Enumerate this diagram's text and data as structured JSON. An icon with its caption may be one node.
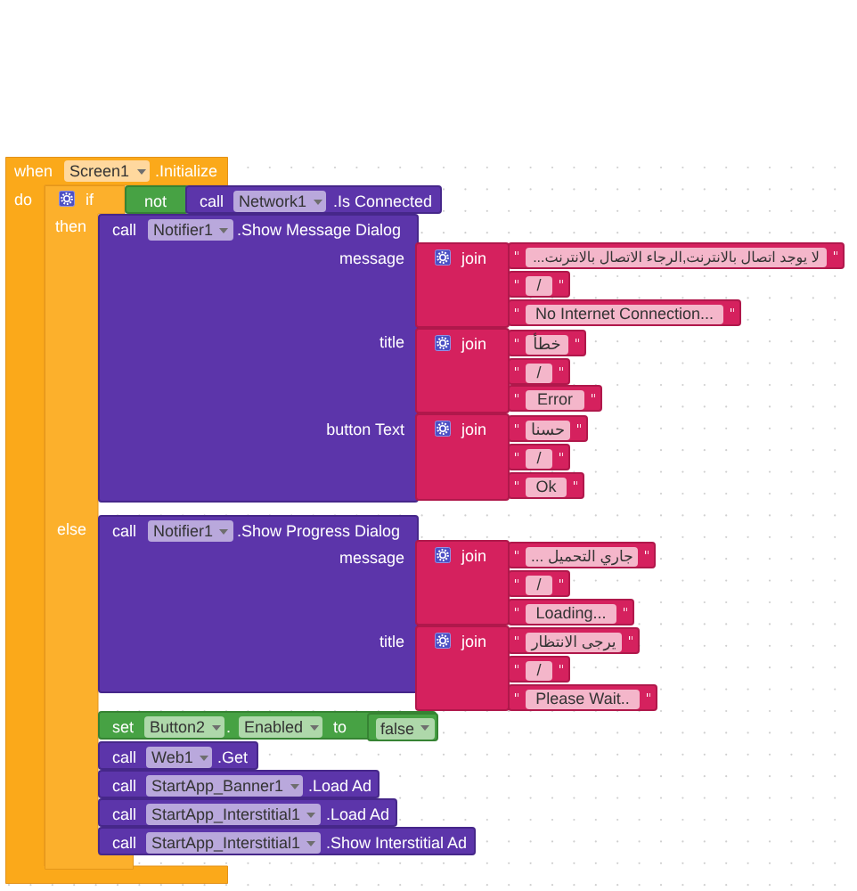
{
  "diagram": {
    "nodes": [
      {
        "text": [
          "when",
          ".Initialize",
          "do"
        ]
      },
      {
        "text": [
          "Screen1"
        ],
        "in": 0
      },
      {
        "text": [
          "if",
          "then",
          "else"
        ],
        "in": 0
      },
      {
        "text": [
          "not"
        ]
      },
      {
        "text": [
          "call",
          ".Is Connected"
        ]
      },
      {
        "text": [
          "Network1"
        ],
        "in": 4
      },
      {
        "text": [
          "call",
          ".Show Message Dialog",
          "message",
          "title",
          "button Text"
        ]
      },
      {
        "text": [
          "Notifier1"
        ],
        "in": 6
      },
      {
        "text": [
          "join"
        ]
      },
      {
        "text": [
          "لا يوجد اتصال بالانترنت,الرجاء الاتصال بالانترنت..."
        ]
      },
      {
        "text": [
          "/"
        ]
      },
      {
        "text": [
          "No Internet Connection..."
        ]
      },
      {
        "text": [
          "join"
        ]
      },
      {
        "text": [
          "خطأ"
        ]
      },
      {
        "text": [
          "/"
        ]
      },
      {
        "text": [
          "Error"
        ]
      },
      {
        "text": [
          "join"
        ]
      },
      {
        "text": [
          "حسنا"
        ]
      },
      {
        "text": [
          "/"
        ]
      },
      {
        "text": [
          "Ok"
        ]
      },
      {
        "text": [
          "call",
          ".Show Progress Dialog",
          "message",
          "title"
        ]
      },
      {
        "text": [
          "Notifier1"
        ],
        "in": 20
      },
      {
        "text": [
          "join"
        ]
      },
      {
        "text": [
          "جاري التحميل ..."
        ]
      },
      {
        "text": [
          "/"
        ]
      },
      {
        "text": [
          "Loading..."
        ]
      },
      {
        "text": [
          "join"
        ]
      },
      {
        "text": [
          "يرجى الانتظار"
        ]
      },
      {
        "text": [
          "/"
        ]
      },
      {
        "text": [
          "Please Wait.."
        ]
      },
      {
        "text": [
          "set",
          ".",
          "to"
        ]
      },
      {
        "text": [
          "Button2"
        ],
        "in": 30
      },
      {
        "text": [
          "Enabled"
        ],
        "in": 30
      },
      {
        "text": [
          "false"
        ],
        "in": 30
      },
      {
        "text": [
          "call",
          ".Get"
        ]
      },
      {
        "text": [
          "Web1"
        ],
        "in": 34
      },
      {
        "text": [
          "call",
          ".Load Ad"
        ]
      },
      {
        "text": [
          "StartApp_Banner1"
        ],
        "in": 36
      },
      {
        "text": [
          "call",
          ".Load Ad"
        ]
      },
      {
        "text": [
          "StartApp_Interstitial1"
        ],
        "in": 38
      },
      {
        "text": [
          "call",
          ".Show Interstitial Ad"
        ]
      },
      {
        "text": [
          "StartApp_Interstitial1"
        ],
        "in": 40
      }
    ]
  }
}
